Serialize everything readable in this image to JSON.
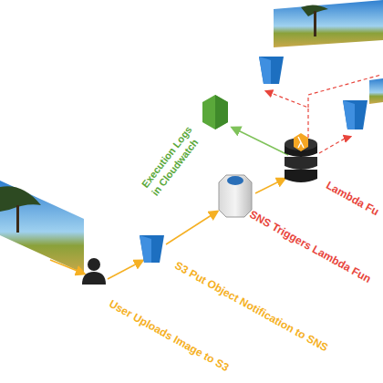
{
  "diagram": {
    "labels": [
      "Execution Logs in Cloudwatch",
      "Lambda Fu",
      "SNS Triggers Lambda Fun",
      "S3 Put Object Notification to SNS",
      "User Uploads Image to S3"
    ]
  }
}
